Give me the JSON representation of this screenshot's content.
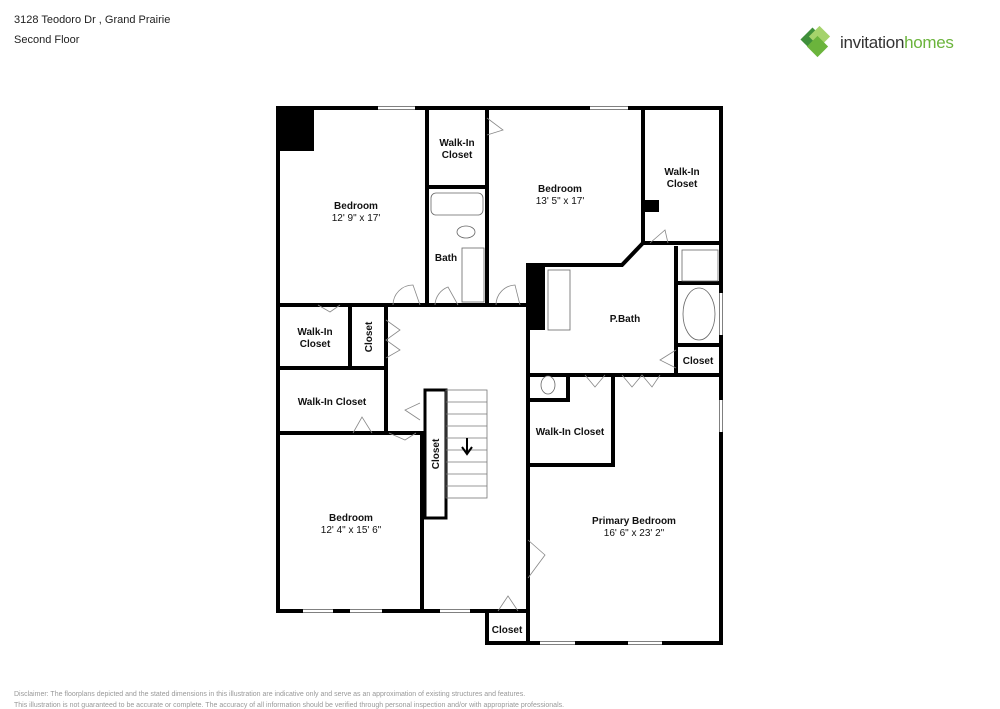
{
  "header": {
    "address": "3128 Teodoro Dr , Grand Prairie",
    "floor": "Second Floor"
  },
  "logo": {
    "word1": "invitation",
    "word2": "homes",
    "colors": [
      "#3f8f3a",
      "#6bb43c",
      "#a5d36b"
    ]
  },
  "rooms": {
    "bedroom_nw": {
      "name": "Bedroom",
      "dims": "12' 9\" x 17'"
    },
    "wic_top": {
      "line1": "Walk-In",
      "line2": "Closet"
    },
    "bedroom_n": {
      "name": "Bedroom",
      "dims": "13' 5\" x 17'"
    },
    "wic_ne": {
      "line1": "Walk-In",
      "line2": "Closet"
    },
    "bath": {
      "name": "Bath"
    },
    "pbath": {
      "name": "P.Bath"
    },
    "closet_pbath": {
      "name": "Closet"
    },
    "wic_left": {
      "line1": "Walk-In",
      "line2": "Closet"
    },
    "closet_left": {
      "name": "Closet"
    },
    "wic_mid": {
      "name": "Walk-In Closet"
    },
    "closet_hall": {
      "name": "Closet"
    },
    "wic_primary": {
      "name": "Walk-In Closet"
    },
    "bedroom_sw": {
      "name": "Bedroom",
      "dims": "12' 4\" x 15' 6\""
    },
    "primary": {
      "name": "Primary Bedroom",
      "dims": "16' 6\" x 23' 2\""
    },
    "closet_bottom": {
      "name": "Closet"
    }
  },
  "disclaimer": {
    "line1": "Disclaimer: The floorplans depicted and the stated dimensions in this illustration are indicative only and serve as an approximation of existing structures and features.",
    "line2": "This illustration is not guaranteed to be accurate or complete. The accuracy of all information should be verified through personal inspection and/or with appropriate professionals."
  }
}
